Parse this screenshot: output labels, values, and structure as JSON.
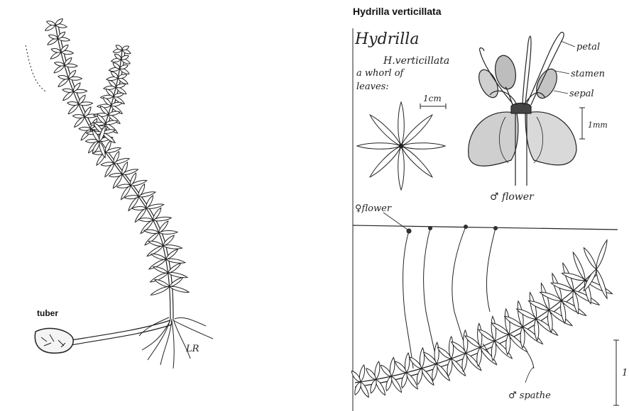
{
  "left_figure": {
    "tuber_label": "tuber",
    "artist_initials": "LR"
  },
  "right_figure": {
    "title": "Hydrilla verticillata",
    "genus_handwritten": "Hydrilla",
    "species_handwritten": "H.verticillata",
    "whorl_caption_line1": "a whorl of",
    "whorl_caption_line2": "leaves:",
    "scale_1cm": "1cm",
    "scale_1mm": "1mm",
    "scale_bottom": "1",
    "petal_label": "petal",
    "stamen_label": "stamen",
    "sepal_label": "sepal",
    "male_flower_label": "♂ flower",
    "female_flower_label": "♀flower",
    "spathe_label": "♂ spathe"
  },
  "colors": {
    "ink": "#222222",
    "paper": "#ffffff",
    "shade": "#9a9a9a"
  }
}
